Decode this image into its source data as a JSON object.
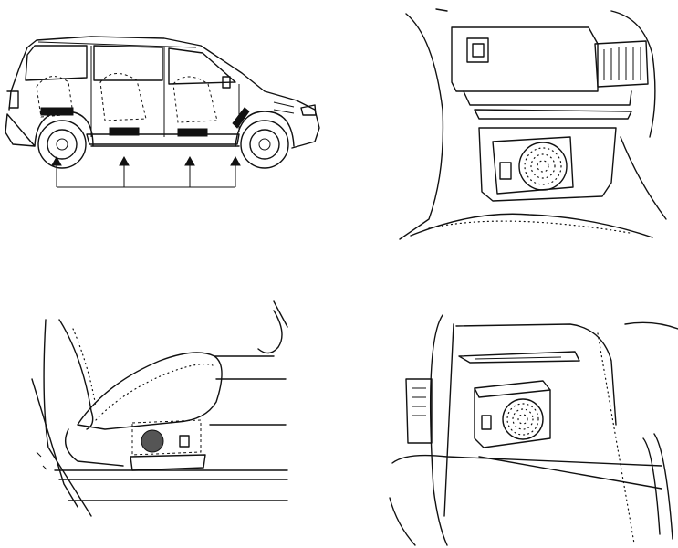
{
  "figure": {
    "panels": [
      {
        "id": "van-side-view",
        "depicts": "minivan-profile-with-underseat-units"
      },
      {
        "id": "center-console-view",
        "depicts": "console-speaker-enclosure"
      },
      {
        "id": "front-seat-view",
        "depicts": "seat-with-underseat-speaker"
      },
      {
        "id": "cargo-area-view",
        "depicts": "rear-cargo-speaker-box"
      }
    ],
    "colors": {
      "ink": "#111111",
      "paper": "#ffffff"
    }
  }
}
